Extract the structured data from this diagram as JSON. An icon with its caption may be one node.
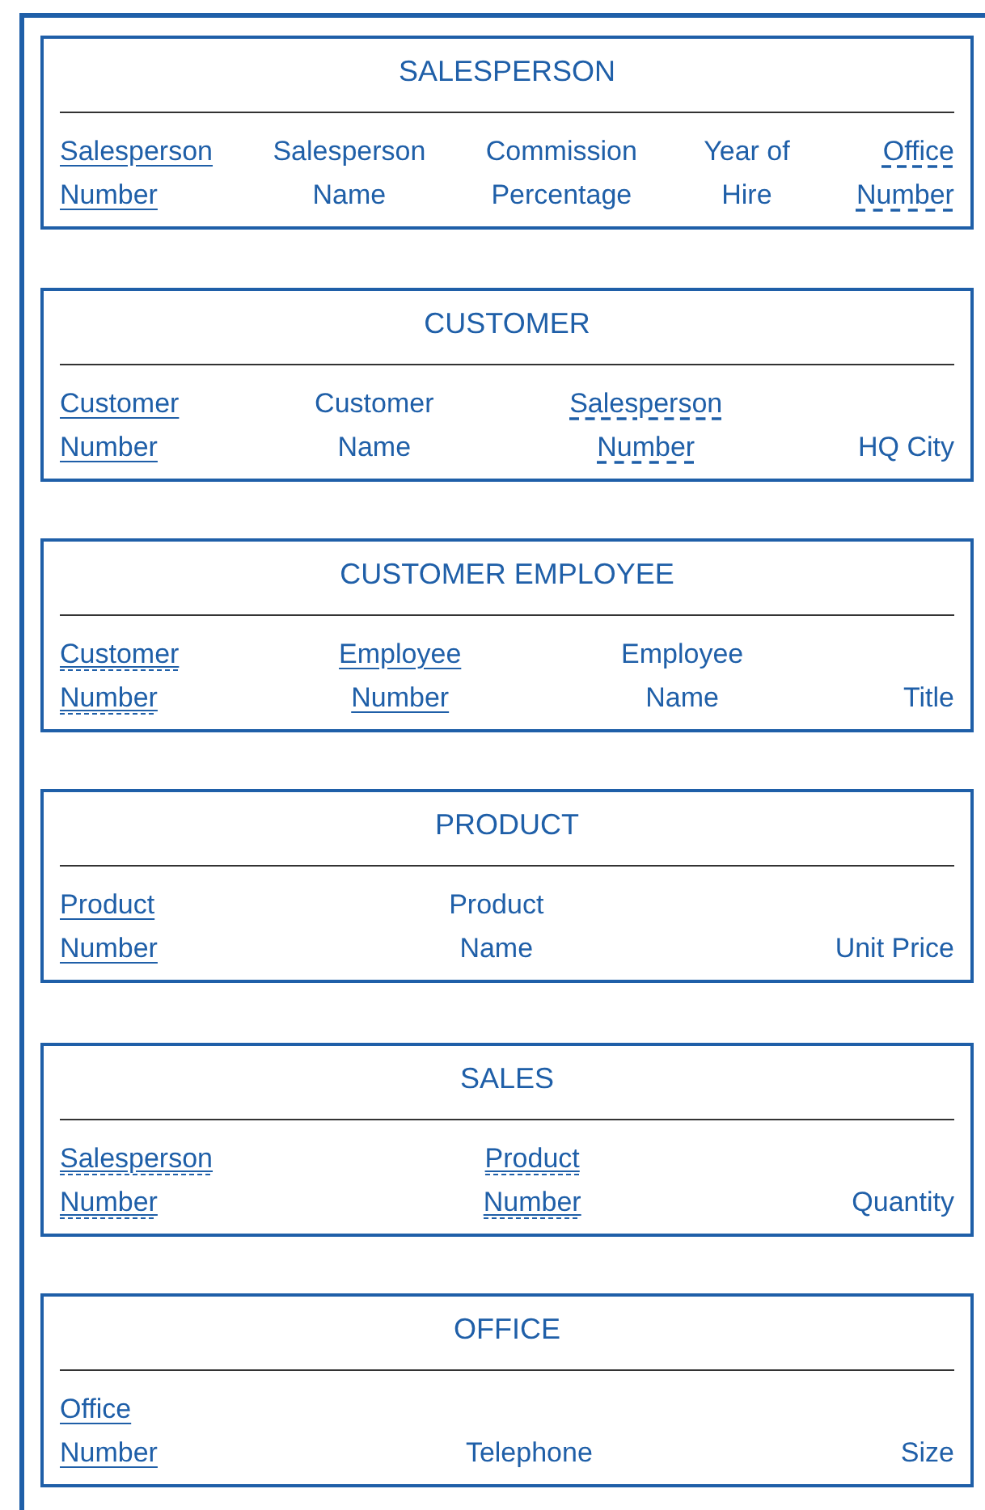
{
  "diagram": {
    "nodes": [
      {
        "text": [
          "SALESPERSON"
        ]
      },
      {
        "text": [
          "Salesperson Number"
        ],
        "in": 0
      },
      {
        "text": [
          "Salesperson Name"
        ],
        "in": 0
      },
      {
        "text": [
          "Commission Percentage"
        ],
        "in": 0
      },
      {
        "text": [
          "Year of Hire"
        ],
        "in": 0
      },
      {
        "text": [
          "Office Number"
        ],
        "in": 0
      },
      {
        "text": [
          "CUSTOMER"
        ]
      },
      {
        "text": [
          "Customer Number"
        ],
        "in": 6
      },
      {
        "text": [
          "Customer Name"
        ],
        "in": 6
      },
      {
        "text": [
          "Salesperson Number"
        ],
        "in": 6
      },
      {
        "text": [
          "HQ City"
        ],
        "in": 6
      },
      {
        "text": [
          "CUSTOMER EMPLOYEE"
        ]
      },
      {
        "text": [
          "Customer Number"
        ],
        "in": 11
      },
      {
        "text": [
          "Employee Number"
        ],
        "in": 11
      },
      {
        "text": [
          "Employee Name"
        ],
        "in": 11
      },
      {
        "text": [
          "Title"
        ],
        "in": 11
      },
      {
        "text": [
          "PRODUCT"
        ]
      },
      {
        "text": [
          "Product Number"
        ],
        "in": 16
      },
      {
        "text": [
          "Product Name"
        ],
        "in": 16
      },
      {
        "text": [
          "Unit Price"
        ],
        "in": 16
      },
      {
        "text": [
          "SALES"
        ]
      },
      {
        "text": [
          "Salesperson Number"
        ],
        "in": 20
      },
      {
        "text": [
          "Product Number"
        ],
        "in": 20
      },
      {
        "text": [
          "Quantity"
        ],
        "in": 20
      },
      {
        "text": [
          "OFFICE"
        ]
      },
      {
        "text": [
          "Office Number"
        ],
        "in": 24
      },
      {
        "text": [
          "Telephone"
        ],
        "in": 24
      },
      {
        "text": [
          "Size"
        ],
        "in": 24
      }
    ]
  }
}
